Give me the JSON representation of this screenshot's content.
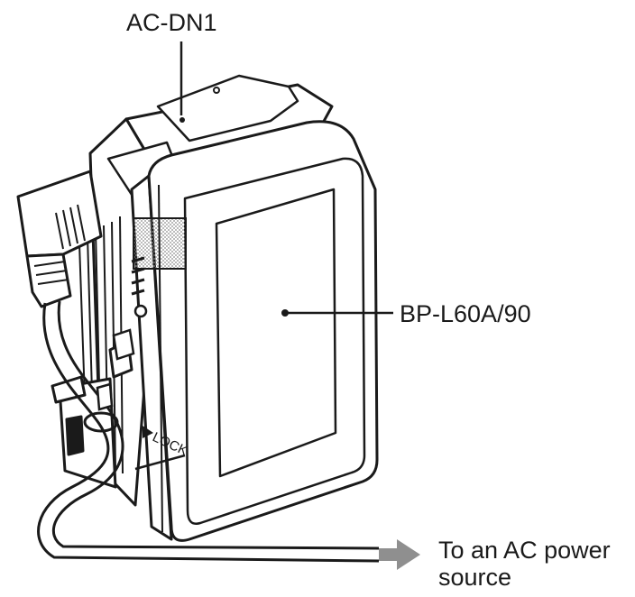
{
  "labels": {
    "adapter": "AC-DN1",
    "battery": "BP-L60A/90",
    "power_line1": "To an AC power",
    "power_line2": "source",
    "lock": "LOCK"
  },
  "colors": {
    "ink": "#1a1a1a",
    "halftone": "#9a9a9a",
    "arrow": "#8f8f8f"
  }
}
